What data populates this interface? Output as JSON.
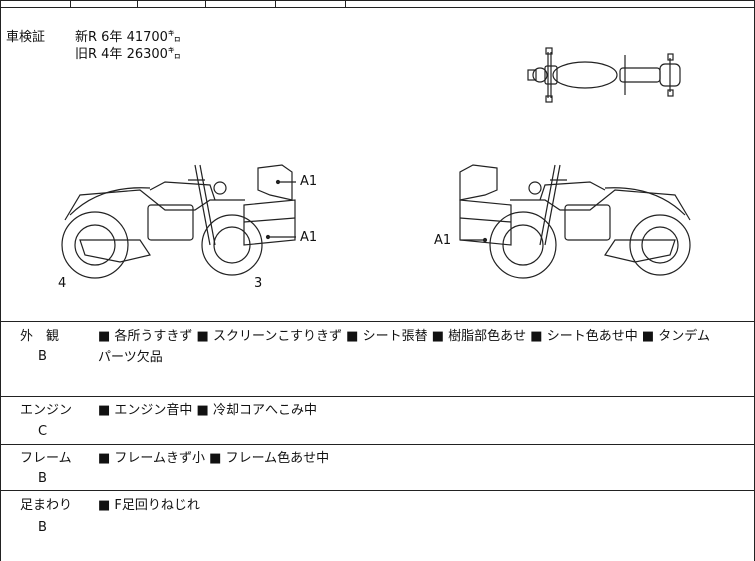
{
  "shaken": {
    "label": "車検証",
    "new_line": "新R  6年   41700㌔",
    "old_line": "旧R  4年   26300㌔"
  },
  "diagram": {
    "marks_left": [
      "A1",
      "A1"
    ],
    "marks_right": [
      "A1"
    ],
    "wheel_left": "4",
    "wheel_right": "3"
  },
  "rows": [
    {
      "category": "外　観",
      "grade": "B",
      "notes": [
        "■ 各所うすきず ■ スクリーンこすりきず ■ シート張替 ■ 樹脂部色あせ ■ シート色あせ中 ■ タンデム",
        "パーツ欠品"
      ]
    },
    {
      "category": "エンジン",
      "grade": "C",
      "notes": [
        "■ エンジン音中 ■ 冷却コアへこみ中"
      ]
    },
    {
      "category": "フレーム",
      "grade": "B",
      "notes": [
        "■ フレームきず小 ■ フレーム色あせ中"
      ]
    },
    {
      "category": "足まわり",
      "grade": "B",
      "notes": [
        "■ F足回りねじれ"
      ]
    }
  ]
}
